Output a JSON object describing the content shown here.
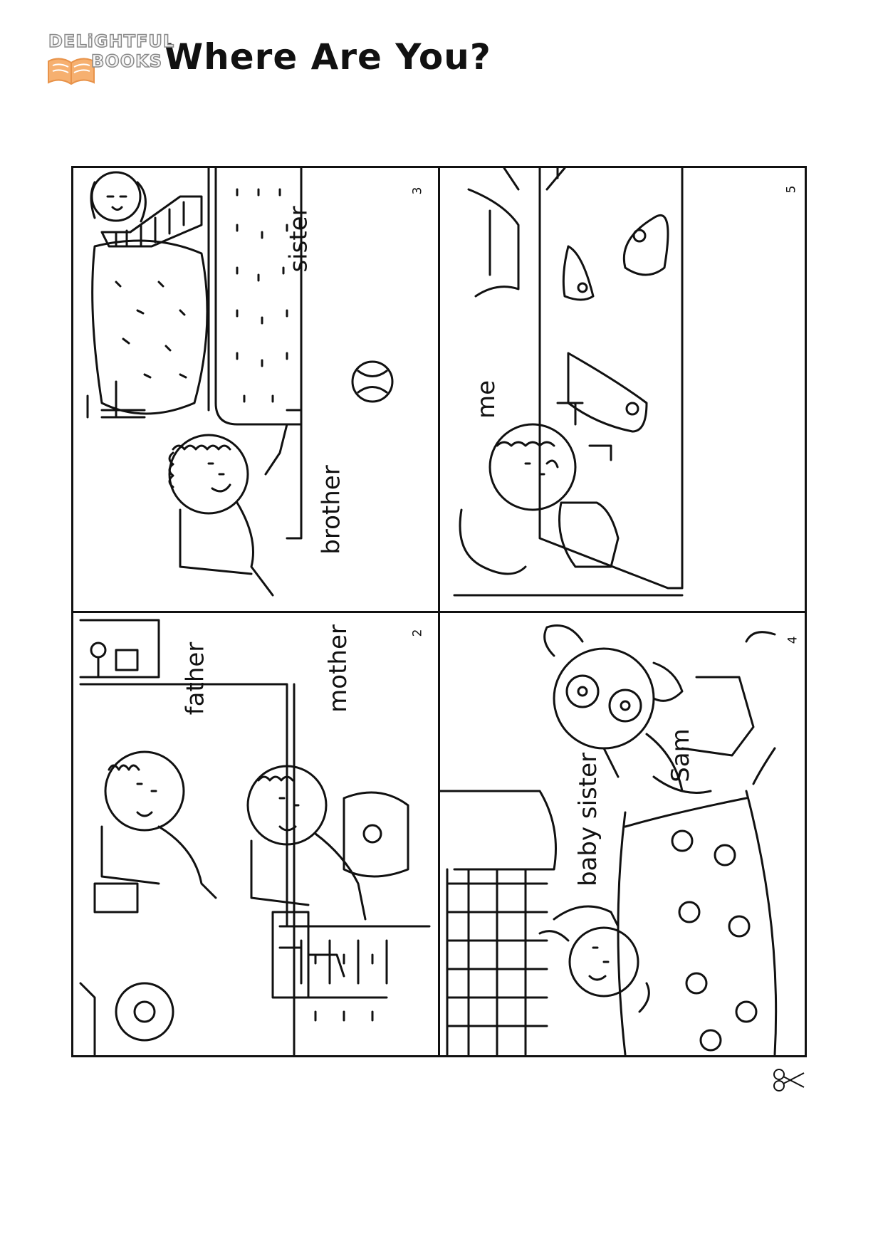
{
  "brand": {
    "line1": "DELiGHTFUL",
    "line2": "BOOKS"
  },
  "title": "Where Are You?",
  "panels": [
    {
      "number": "3",
      "labels": [
        "sister",
        "brother"
      ]
    },
    {
      "number": "5",
      "labels": [
        "me"
      ]
    },
    {
      "number": "2",
      "labels": [
        "father",
        "mother"
      ]
    },
    {
      "number": "4",
      "labels": [
        "Sam",
        "baby sister"
      ]
    }
  ],
  "colors": {
    "ink": "#111111",
    "logo_orange": "#f6b070",
    "logo_gray": "#8a8a8a"
  },
  "icons": [
    "book-icon",
    "scissors-icon"
  ]
}
